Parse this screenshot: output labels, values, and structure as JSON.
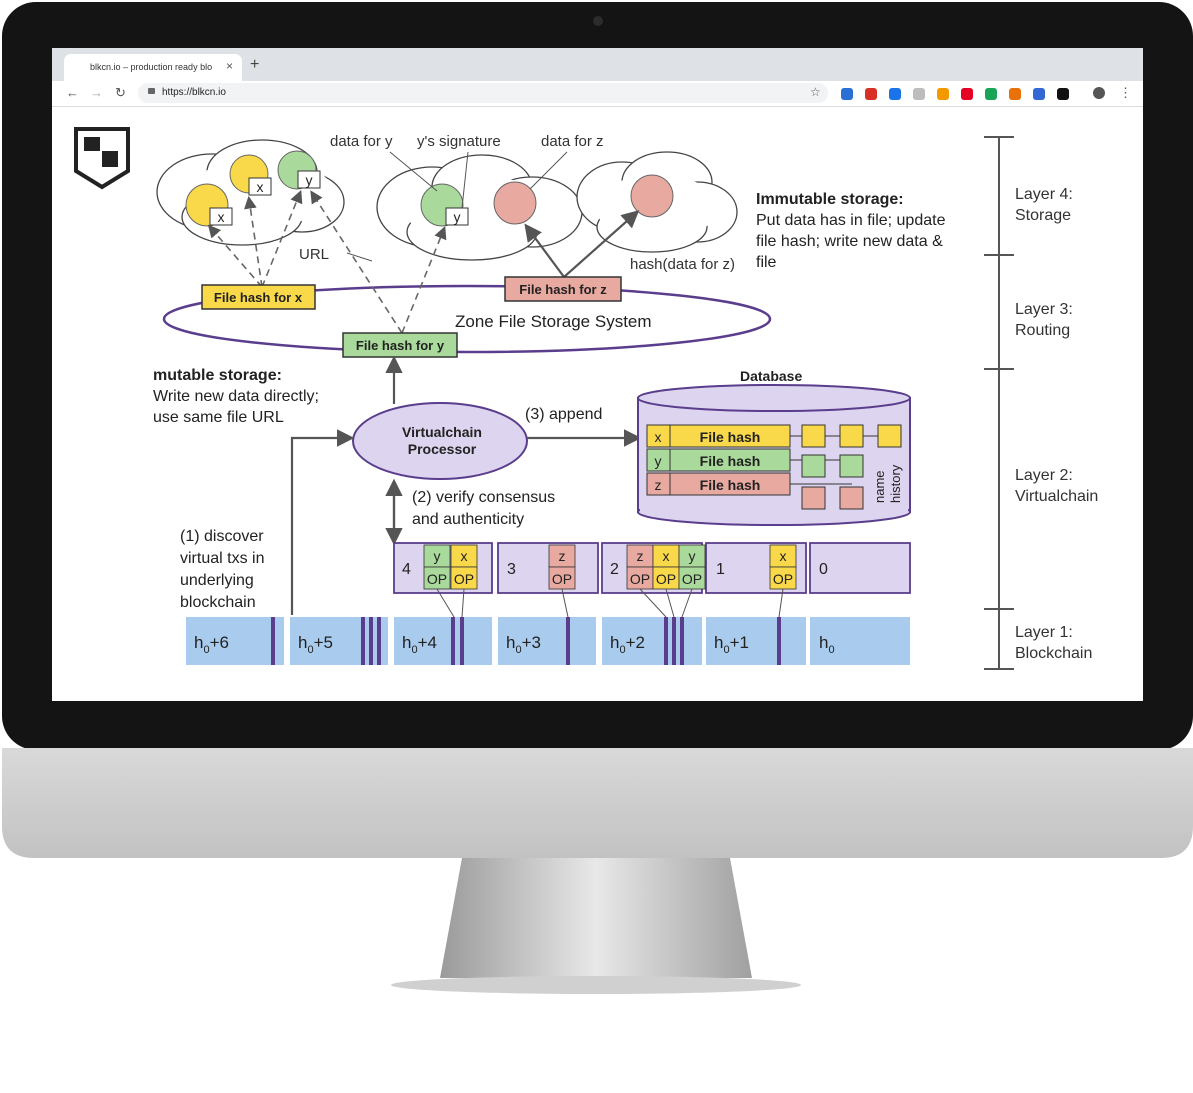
{
  "browser": {
    "tab_title": "blkcn.io – production ready blo",
    "tab_close": "×",
    "new_tab": "+",
    "url": "https://blkcn.io",
    "back": "←",
    "forward": "→",
    "reload": "↻",
    "star": "☆",
    "menu": "⋮",
    "extensions": [
      "#2a6fd6",
      "#d93025",
      "#1a73e8",
      "#bdbdbd",
      "#f29900",
      "#e60023",
      "#18a558",
      "#e8710a",
      "#3367d6",
      "#111111"
    ]
  },
  "diagram": {
    "layers": [
      {
        "line1": "Layer 4:",
        "line2": "Storage"
      },
      {
        "line1": "Layer 3:",
        "line2": "Routing"
      },
      {
        "line1": "Layer 2:",
        "line2": "Virtualchain"
      },
      {
        "line1": "Layer 1:",
        "line2": "Blockchain"
      }
    ],
    "labels": {
      "data_for_y": "data for y",
      "y_signature": "y's signature",
      "data_for_z": "data for z",
      "url": "URL",
      "hash_data_z": "hash(data for z)",
      "immutable_title": "Immutable storage:",
      "immutable_l1": "Put data has in file; update",
      "immutable_l2": "file hash; write new data &",
      "immutable_l3": "file",
      "mutable_title": "mutable storage:",
      "mutable_l1": "Write new data directly;",
      "mutable_l2": "use same file URL",
      "zone_file": "Zone File Storage System",
      "file_hash_x": "File hash for x",
      "file_hash_y": "File hash for y",
      "file_hash_z": "File hash for z",
      "vc_l1": "Virtualchain",
      "vc_l2": "Processor",
      "append": "(3) append",
      "verify_l1": "(2) verify consensus",
      "verify_l2": "and authenticity",
      "discover_l1": "(1) discover",
      "discover_l2": "virtual txs in",
      "discover_l3": "underlying",
      "discover_l4": "blockchain",
      "database": "Database",
      "db_file_hash": "File hash",
      "name_l1": "name",
      "name_l2": "history",
      "x": "x",
      "y": "y",
      "z": "z",
      "op": "OP",
      "vb4": "4",
      "vb3": "3",
      "vb2": "2",
      "vb1": "1",
      "vb0": "0",
      "h": "h",
      "h_sub": "0",
      "h6": "+6",
      "h5": "+5",
      "h4": "+4",
      "h3": "+3",
      "h2": "+2",
      "h1": "+1"
    },
    "colors": {
      "yellow": "#f9d84a",
      "green": "#a9d99b",
      "pink": "#e8a9a0",
      "lavender": "#ddd5ef",
      "purple": "#5a3d8c",
      "blue": "#a8cbee"
    }
  }
}
